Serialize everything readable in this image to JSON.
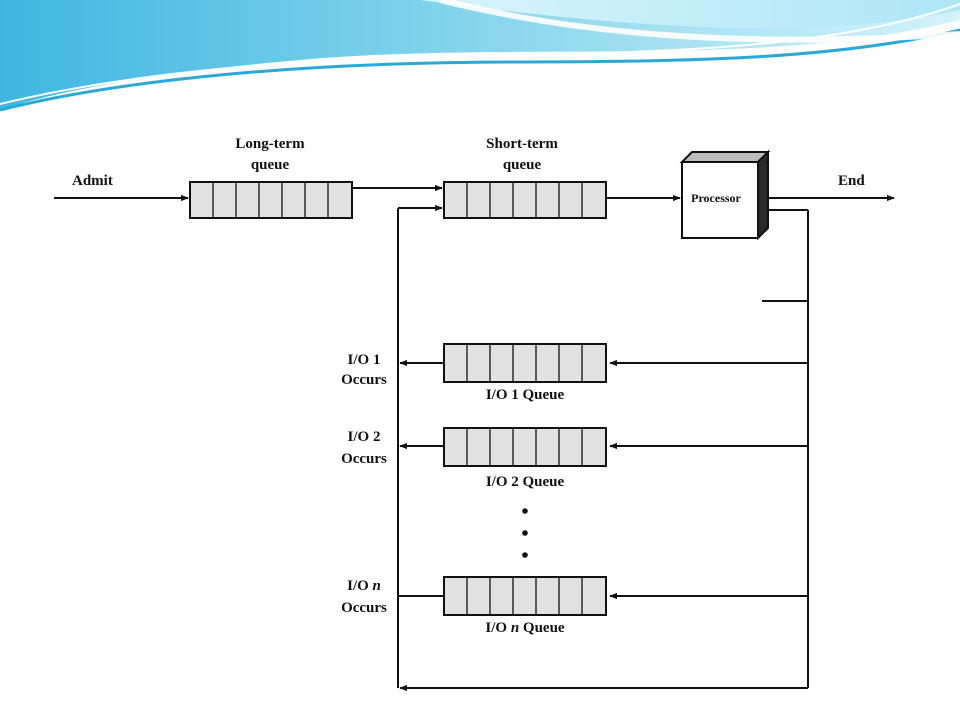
{
  "labels": {
    "admit": "Admit",
    "end": "End",
    "long_term_line1": "Long-term",
    "long_term_line2": "queue",
    "short_term_line1": "Short-term",
    "short_term_line2": "queue",
    "processor": "Processor",
    "io1_line1": "I/O 1",
    "io1_line2": "Occurs",
    "io1_queue": "I/O 1 Queue",
    "io2_line1": "I/O 2",
    "io2_line2": "Occurs",
    "io2_queue": "I/O 2 Queue",
    "ion_prefix": "I/O ",
    "ion_italic": "n",
    "ion_line2": "Occurs",
    "ion_queue_prefix": "I/O ",
    "ion_queue_italic": "n",
    "ion_queue_suffix": " Queue"
  },
  "colors": {
    "header_light": "#d4f3fb",
    "header_mid": "#8fd8ee",
    "header_dark": "#2aa9d8",
    "queue_fill": "#e2e2e2",
    "ink": "#111111"
  }
}
